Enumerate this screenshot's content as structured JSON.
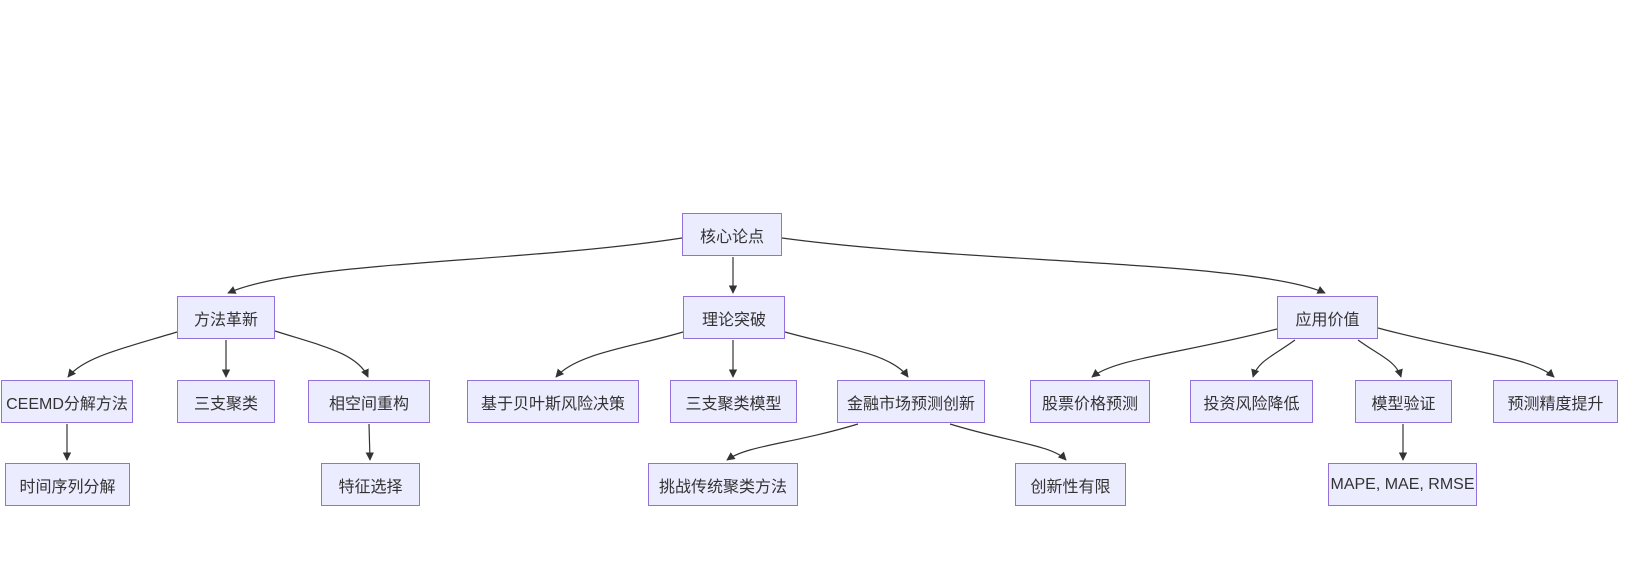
{
  "diagram": {
    "type": "flowchart",
    "direction": "top-down",
    "colors": {
      "background": "#ffffff",
      "node_fill": "#ECECFF",
      "node_border": "#9370DB",
      "edge": "#333333",
      "text": "#333333"
    },
    "nodes": {
      "core_thesis": {
        "label": "核心论点",
        "level": 1
      },
      "method_innovation": {
        "label": "方法革新",
        "level": 2
      },
      "theoretical_breakthrough": {
        "label": "理论突破",
        "level": 2
      },
      "application_value": {
        "label": "应用价值",
        "level": 2
      },
      "ceemd_decomposition": {
        "label": "CEEMD分解方法",
        "level": 3
      },
      "three_way_clustering": {
        "label": "三支聚类",
        "level": 3
      },
      "phase_space_reconstruction": {
        "label": "相空间重构",
        "level": 3
      },
      "bayesian_risk_decision": {
        "label": "基于贝叶斯风险决策",
        "level": 3
      },
      "three_way_clustering_model": {
        "label": "三支聚类模型",
        "level": 3
      },
      "financial_market_prediction_innovation": {
        "label": "金融市场预测创新",
        "level": 3
      },
      "stock_price_prediction": {
        "label": "股票价格预测",
        "level": 3
      },
      "investment_risk_reduction": {
        "label": "投资风险降低",
        "level": 3
      },
      "model_validation": {
        "label": "模型验证",
        "level": 3
      },
      "prediction_accuracy_improvement": {
        "label": "预测精度提升",
        "level": 3
      },
      "time_series_decomposition": {
        "label": "时间序列分解",
        "level": 4
      },
      "feature_selection": {
        "label": "特征选择",
        "level": 4
      },
      "challenge_traditional_clustering": {
        "label": "挑战传统聚类方法",
        "level": 4
      },
      "limited_innovation": {
        "label": "创新性有限",
        "level": 4
      },
      "evaluation_metrics": {
        "label": "MAPE, MAE, RMSE",
        "level": 4
      }
    },
    "edges": [
      {
        "from": "core_thesis",
        "to": "method_innovation"
      },
      {
        "from": "core_thesis",
        "to": "theoretical_breakthrough"
      },
      {
        "from": "core_thesis",
        "to": "application_value"
      },
      {
        "from": "method_innovation",
        "to": "ceemd_decomposition"
      },
      {
        "from": "method_innovation",
        "to": "three_way_clustering"
      },
      {
        "from": "method_innovation",
        "to": "phase_space_reconstruction"
      },
      {
        "from": "theoretical_breakthrough",
        "to": "bayesian_risk_decision"
      },
      {
        "from": "theoretical_breakthrough",
        "to": "three_way_clustering_model"
      },
      {
        "from": "theoretical_breakthrough",
        "to": "financial_market_prediction_innovation"
      },
      {
        "from": "application_value",
        "to": "stock_price_prediction"
      },
      {
        "from": "application_value",
        "to": "investment_risk_reduction"
      },
      {
        "from": "application_value",
        "to": "model_validation"
      },
      {
        "from": "application_value",
        "to": "prediction_accuracy_improvement"
      },
      {
        "from": "ceemd_decomposition",
        "to": "time_series_decomposition"
      },
      {
        "from": "phase_space_reconstruction",
        "to": "feature_selection"
      },
      {
        "from": "financial_market_prediction_innovation",
        "to": "challenge_traditional_clustering"
      },
      {
        "from": "financial_market_prediction_innovation",
        "to": "limited_innovation"
      },
      {
        "from": "model_validation",
        "to": "evaluation_metrics"
      }
    ]
  }
}
